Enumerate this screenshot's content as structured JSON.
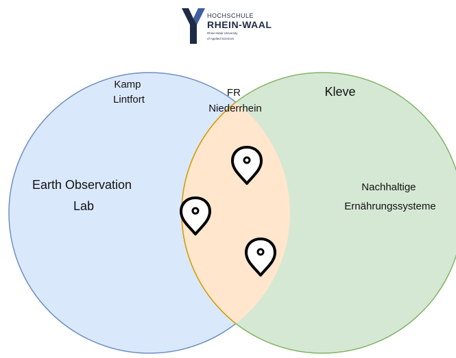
{
  "logo": {
    "line1": "HOCHSCHULE",
    "line2": "RHEIN-WAAL",
    "line3": [
      "Rhine-Waal University",
      "of Applied Sciences"
    ]
  },
  "circles": {
    "left": {
      "label_lines": [
        "Kamp",
        "Lintfort"
      ],
      "fill_color": "#dae8fc",
      "stroke_color": "#6c8ebf"
    },
    "right": {
      "label_lines": [
        "Kleve"
      ],
      "fill_color": "#d5e8d4",
      "stroke_color": "#82b366"
    },
    "intersection": {
      "label_lines": [
        "FR",
        "Niederrhein"
      ],
      "fill_color": "#ffe6cc",
      "stroke_color": "#d79b00"
    }
  },
  "groups": {
    "left": {
      "lines": [
        "Earth Observation",
        "Lab"
      ]
    },
    "right": {
      "lines": [
        "Nachhaltige",
        "Ernährungssysteme"
      ]
    }
  },
  "pins": {
    "count": 3,
    "icon": "map-pin-icon"
  }
}
